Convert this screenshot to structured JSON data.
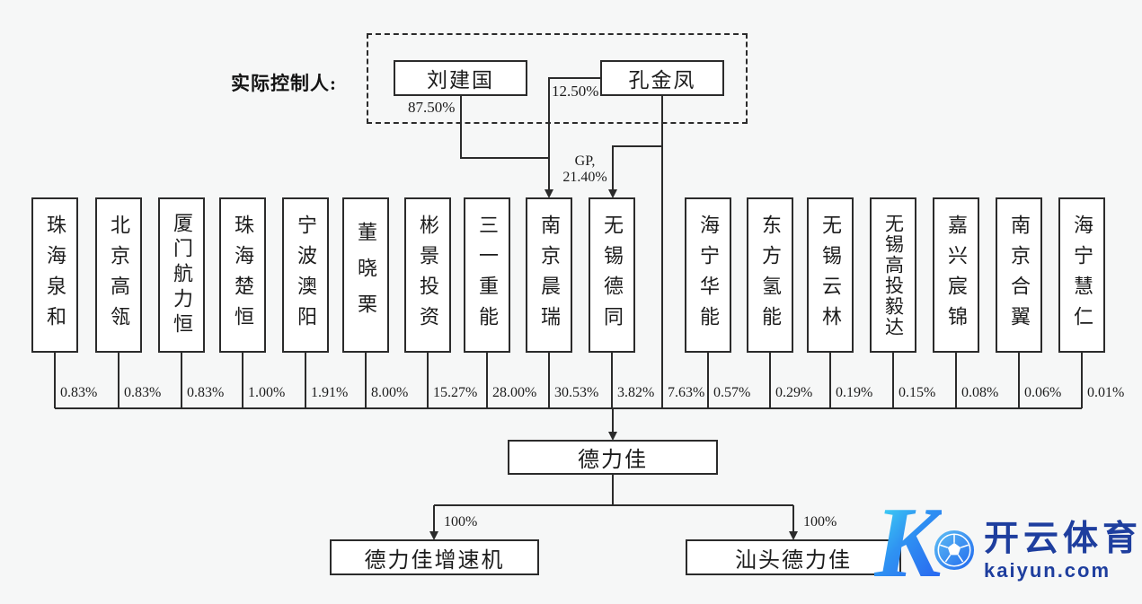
{
  "diagram": {
    "controller_label": "实际控制人:",
    "controllers": [
      {
        "name": "刘建国",
        "percent": "87.50%"
      },
      {
        "name": "孔金凤",
        "percent": "12.50%"
      }
    ],
    "gp_label": {
      "line1": "GP,",
      "line2": "21.40%"
    },
    "kong_direct_percent": "7.63%",
    "shareholders": [
      {
        "name": "珠海泉和",
        "percent": "0.83%"
      },
      {
        "name": "北京高瓴",
        "percent": "0.83%"
      },
      {
        "name": "厦门航力恒",
        "percent": "0.83%"
      },
      {
        "name": "珠海楚恒",
        "percent": "1.00%"
      },
      {
        "name": "宁波澳阳",
        "percent": "1.91%"
      },
      {
        "name": "董晓栗",
        "percent": "8.00%"
      },
      {
        "name": "彬景投资",
        "percent": "15.27%"
      },
      {
        "name": "三一重能",
        "percent": "28.00%"
      },
      {
        "name": "南京晨瑞",
        "percent": "30.53%"
      },
      {
        "name": "无锡德同",
        "percent": "3.82%"
      },
      {
        "name": "海宁华能",
        "percent": "0.57%"
      },
      {
        "name": "东方氢能",
        "percent": "0.29%"
      },
      {
        "name": "无锡云林",
        "percent": "0.19%"
      },
      {
        "name": "无锡高投毅达",
        "percent": "0.15%"
      },
      {
        "name": "嘉兴宸锦",
        "percent": "0.08%"
      },
      {
        "name": "南京合翼",
        "percent": "0.06%"
      },
      {
        "name": "海宁慧仁",
        "percent": "0.01%"
      }
    ],
    "company": {
      "name": "德力佳"
    },
    "subsidiaries": [
      {
        "name": "德力佳增速机",
        "percent": "100%"
      },
      {
        "name": "汕头德力佳",
        "percent": "100%"
      }
    ]
  },
  "watermark": {
    "letter": "K",
    "brand_cn": "开云体育",
    "brand_url": "kaiyun.com",
    "colors": {
      "gradient_start": "#3fd4f4",
      "gradient_end": "#2a6cf0",
      "text": "#1e3e9e"
    }
  }
}
